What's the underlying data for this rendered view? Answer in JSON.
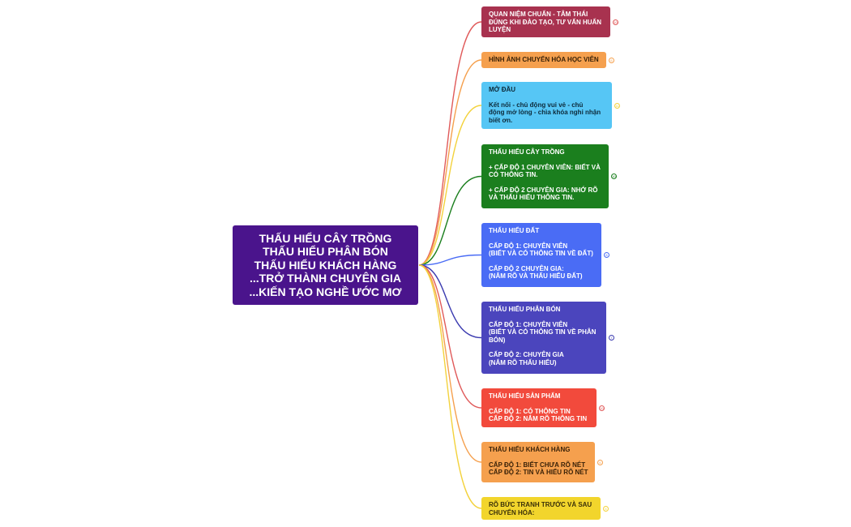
{
  "root": {
    "lines": [
      "THẤU HIỂU CÂY TRỒNG",
      "THẤU HIỂU PHÂN BÓN",
      "THẤU HIỂU KHÁCH HÀNG",
      "...TRỞ THÀNH CHUYÊN GIA",
      "...KIẾN TẠO NGHỀ ƯỚC MƠ"
    ],
    "color": "#4a148c"
  },
  "branches": [
    {
      "color": "#a8324f",
      "text_color": "#ffffff",
      "link_color": "#e05a5a",
      "lines": [
        "QUAN NIỆM CHUẨN - TÂM THÁI",
        "ĐÚNG KHI ĐÀO TẠO, TƯ VẤN HUẤN",
        "LUYỆN"
      ],
      "badge": "10"
    },
    {
      "color": "#f5a04e",
      "text_color": "#3a2208",
      "link_color": "#f5a04e",
      "lines": [
        "HÌNH ẢNH CHUYỂN HÓA HỌC VIÊN"
      ],
      "badge": "6"
    },
    {
      "color": "#56c6f5",
      "text_color": "#0d2a3a",
      "link_color": "#f3d23c",
      "lines": [
        "MỞ ĐẦU",
        "",
        "Kết nối - chủ động vui vẻ - chủ",
        "động mở lòng - chìa khóa nghi nhận",
        "biết ơn."
      ],
      "badge": "11"
    },
    {
      "color": "#1b7f1e",
      "text_color": "#ffffff",
      "link_color": "#1b7f1e",
      "lines": [
        "THẤU HIỂU CÂY TRỒNG",
        "",
        "+ CẤP ĐỘ 1 CHUYÊN VIÊN: BIẾT VÀ",
        "CÓ THÔNG TIN.",
        "",
        "+ CẤP ĐỘ 2 CHUYÊN GIA: NHỚ RÕ",
        "VÀ THẤU HIỂU THÔNG TIN."
      ],
      "badge": "10"
    },
    {
      "color": "#4a6cf5",
      "text_color": "#ffffff",
      "link_color": "#4a6cf5",
      "lines": [
        "THẤU HIỂU ĐẤT",
        "",
        "CẤP ĐỘ 1: CHUYÊN VIÊN",
        "(BIẾT VÀ CÓ THÔNG TIN VỀ ĐẤT)",
        "",
        "CẤP ĐỘ 2 CHUYÊN GIA:",
        "(NẮM RÕ VÀ THẤU HIỂU ĐẤT)"
      ],
      "badge": "6"
    },
    {
      "color": "#4b45bd",
      "text_color": "#ffffff",
      "link_color": "#3b3bb0",
      "lines": [
        "THẤU HIỂU PHÂN BÓN",
        "",
        "CẤP ĐỘ 1: CHUYÊN VIÊN",
        "(BIẾT VÀ CÓ THÔNG TIN VỀ PHÂN",
        "BÓN)",
        "",
        "CẤP ĐỘ 2: CHUYÊN GIA",
        "(NẮM RÕ THẤU HIỂU)"
      ],
      "badge": "7"
    },
    {
      "color": "#f24a3c",
      "text_color": "#ffffff",
      "link_color": "#e05a5a",
      "lines": [
        "THẤU HIỂU SẢN PHẨM",
        "",
        "CẤP ĐỘ 1: CÓ THÔNG TIN",
        "CẤP ĐỘ 2: NẮM RÕ THÔNG TIN"
      ],
      "badge": "10"
    },
    {
      "color": "#f5a04e",
      "text_color": "#3a2208",
      "link_color": "#f5a04e",
      "lines": [
        "THẤU HIỂU KHÁCH HÀNG",
        "",
        "CẤP ĐỘ 1: BIẾT CHƯA RÕ NÉT",
        "CẤP ĐỘ 2: TIN VÀ HIỂU RÕ NÉT"
      ],
      "badge": "6"
    },
    {
      "color": "#f2d52c",
      "text_color": "#3a3008",
      "link_color": "#f3d23c",
      "lines": [
        "RÕ BỨC TRANH TRƯỚC VÀ SAU",
        "CHUYỂN HÓA:"
      ],
      "badge": "6"
    }
  ]
}
